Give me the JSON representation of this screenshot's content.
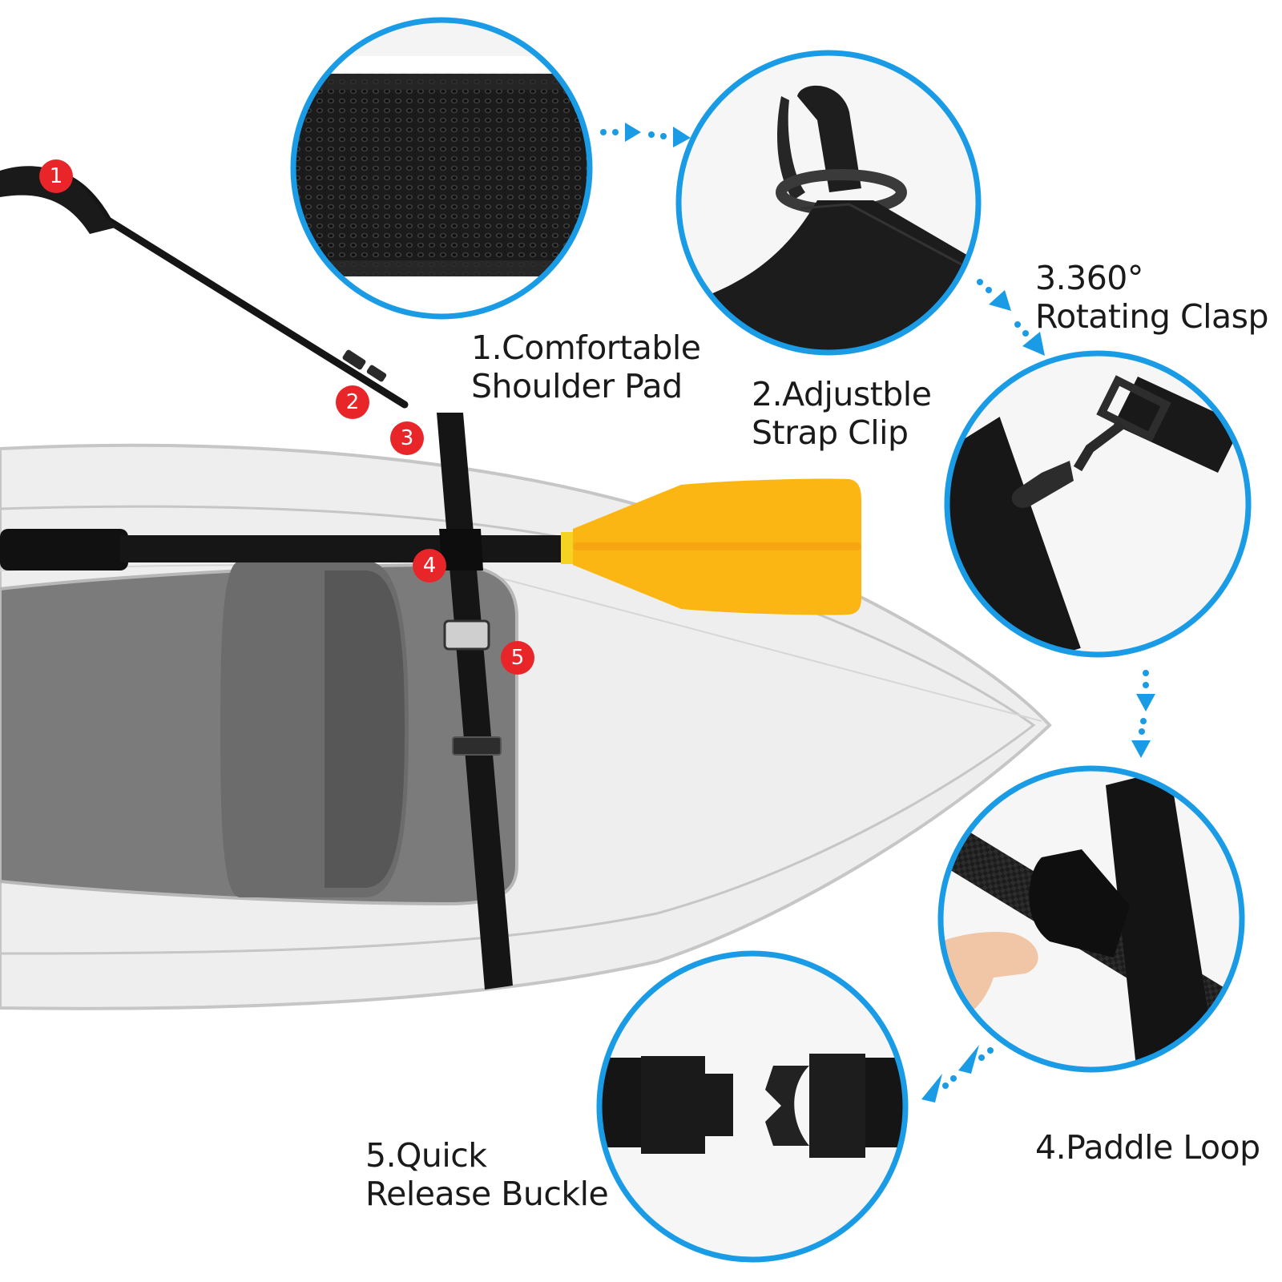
{
  "colors": {
    "accent_ring": "#1a9be6",
    "marker_red": "#e8262a",
    "strap_black": "#161616",
    "paddle_yellow": "#fbb614",
    "kayak_fill": "#efefef",
    "kayak_outline": "#c9c9c9",
    "cockpit_gray": "#7a7a7a"
  },
  "markers": [
    "1",
    "2",
    "3",
    "4",
    "5"
  ],
  "features": [
    {
      "id": "shoulder-pad",
      "lines": [
        "1.Comfortable",
        "Shoulder Pad"
      ],
      "icon": "mesh-pad-photo"
    },
    {
      "id": "strap-clip",
      "lines": [
        "2.Adjustble",
        "Strap Clip"
      ],
      "icon": "strap-clip-photo"
    },
    {
      "id": "rotating-clasp",
      "lines": [
        "3.360°",
        "Rotating Clasp"
      ],
      "icon": "swivel-clasp-photo"
    },
    {
      "id": "paddle-loop",
      "lines": [
        "4.Paddle Loop"
      ],
      "icon": "paddle-loop-photo"
    },
    {
      "id": "quick-release-buckle",
      "lines": [
        "5.Quick",
        "Release Buckle"
      ],
      "icon": "buckle-photo"
    }
  ]
}
